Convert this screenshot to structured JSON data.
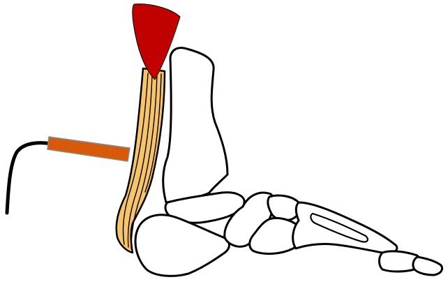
{
  "diagram": {
    "colors": {
      "background": "#ffffff",
      "muscle": "#c10000",
      "tendon": "#f7c46b",
      "probe": "#d65a0a",
      "probe_edge": "#8a8a8a",
      "cable": "#000000",
      "bone_fill": "#ffffff",
      "bone_outline": "#000000"
    },
    "parts": [
      "calf-muscle",
      "achilles-tendon",
      "ultrasound-probe",
      "probe-cable",
      "tibia",
      "calcaneus",
      "talus",
      "navicular",
      "cuneiform",
      "cuboid",
      "metatarsal",
      "phalanges"
    ]
  }
}
